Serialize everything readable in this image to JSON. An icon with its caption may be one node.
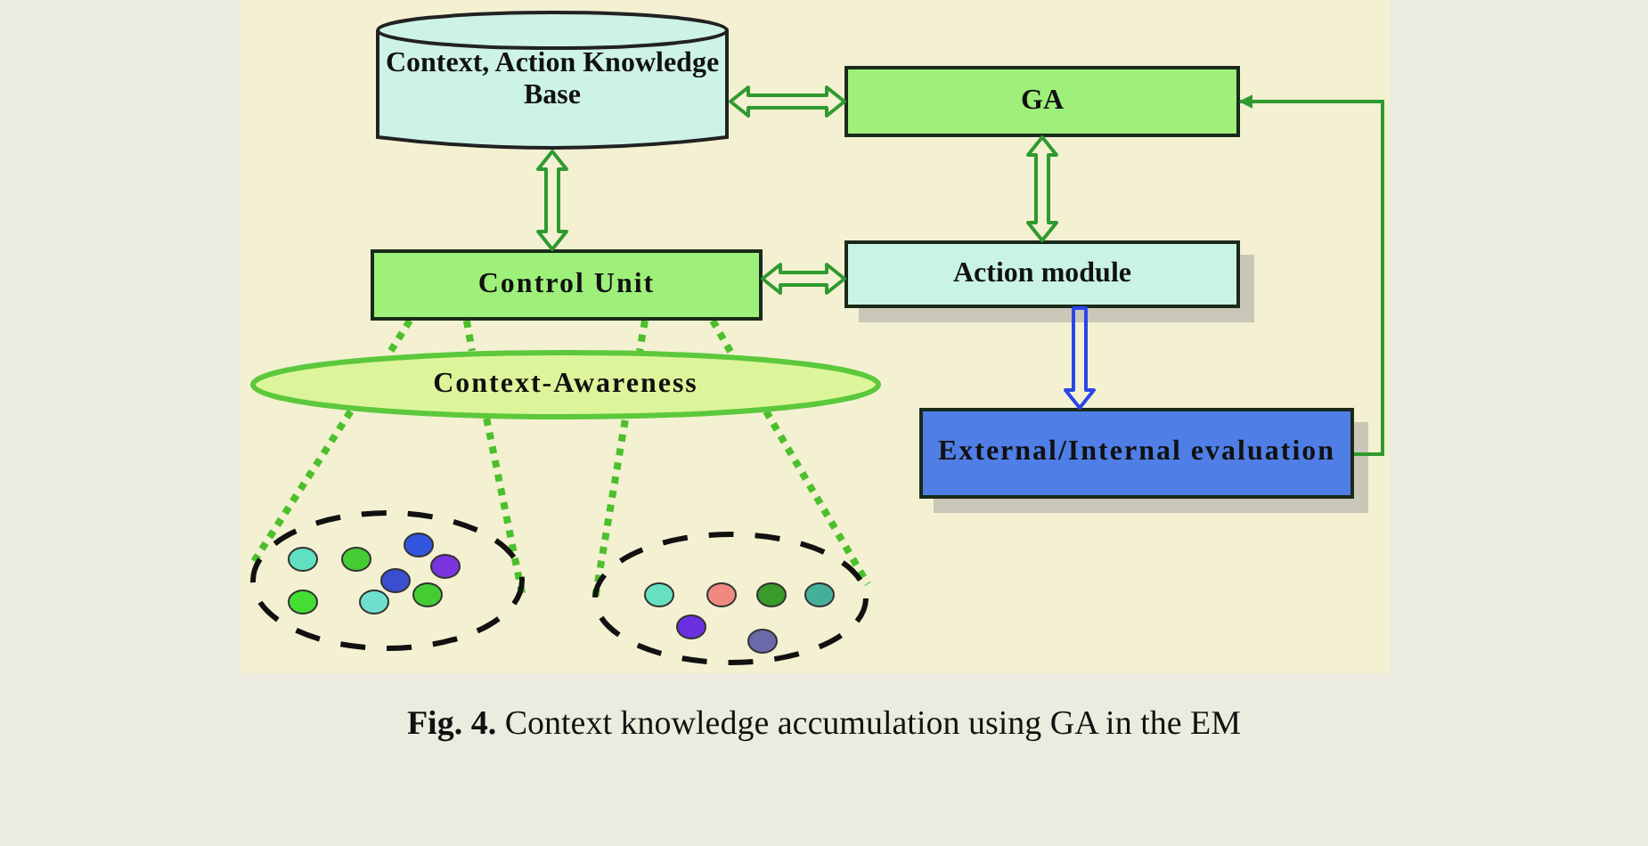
{
  "diagram": {
    "caption": "**Fig. 4.** Context knowledge accumulation using GA in the EM",
    "nodes": [
      {
        "text": [
          "Context, Action Knowledge Base"
        ]
      },
      {
        "text": [
          "GA"
        ]
      },
      {
        "text": [
          "Control Unit"
        ]
      },
      {
        "text": [
          "Action module"
        ]
      },
      {
        "text": [
          "Context-Awareness"
        ]
      },
      {
        "text": [
          "External/Internal evaluation"
        ]
      },
      {
        "text": [],
        "shape": "circle"
      },
      {
        "text": [],
        "shape": "circle"
      }
    ],
    "edges": [
      {
        "from": 0,
        "to": 1,
        "arrow": "both",
        "style": "thick"
      },
      {
        "from": 0,
        "to": 2,
        "arrow": "both",
        "style": "thick"
      },
      {
        "from": 1,
        "to": 3,
        "arrow": "both",
        "style": "thick"
      },
      {
        "from": 2,
        "to": 3,
        "arrow": "both",
        "style": "thick"
      },
      {
        "from": 3,
        "to": 5,
        "arrow": "to",
        "style": "thick",
        "color": "#2a46e8"
      },
      {
        "from": 5,
        "to": 1,
        "arrow": "to"
      },
      {
        "from": 2,
        "to": 4,
        "arrow": "none",
        "style": "dashed"
      },
      {
        "from": 4,
        "to": 6,
        "arrow": "none",
        "style": "dashed"
      },
      {
        "from": 2,
        "to": 4,
        "arrow": "none",
        "style": "dashed"
      },
      {
        "from": 4,
        "to": 6,
        "arrow": "none",
        "style": "dashed"
      },
      {
        "from": 2,
        "to": 4,
        "arrow": "none",
        "style": "dashed"
      },
      {
        "from": 4,
        "to": 7,
        "arrow": "none",
        "style": "dashed"
      },
      {
        "from": 2,
        "to": 4,
        "arrow": "none",
        "style": "dashed"
      },
      {
        "from": 4,
        "to": 7,
        "arrow": "none",
        "style": "dashed"
      }
    ]
  }
}
